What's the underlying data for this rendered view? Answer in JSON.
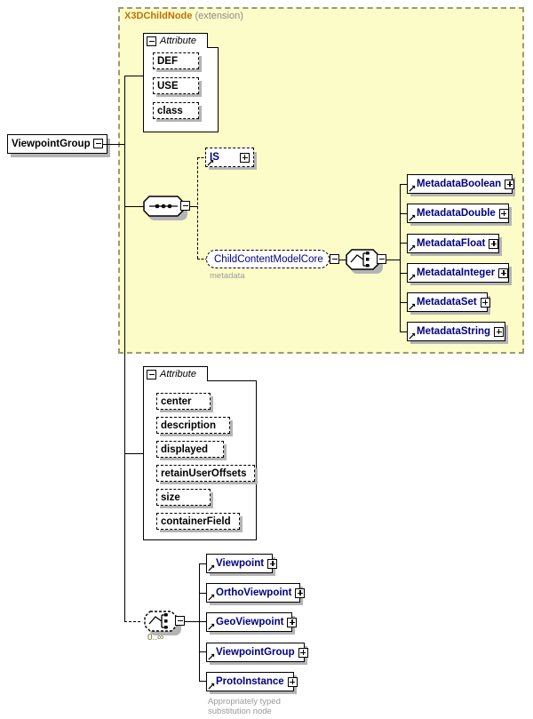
{
  "diagram": {
    "type": "xml-schema-diagram",
    "root_element": {
      "name": "ViewpointGroup",
      "expander": "minus"
    },
    "extension_panel": {
      "base_type": "X3DChildNode",
      "qualifier": "(extension)"
    },
    "base_attribute_group": {
      "title": "Attribute",
      "expander": "minus",
      "attributes": [
        {
          "name": "DEF",
          "optional": true
        },
        {
          "name": "USE",
          "optional": true
        },
        {
          "name": "class",
          "optional": true
        }
      ]
    },
    "base_sequence": {
      "icon": "sequence-icon",
      "expander": "minus"
    },
    "base_children": [
      {
        "name": "IS",
        "optional": true,
        "expander": "plus"
      },
      {
        "name": "ChildContentModelCore",
        "optional": true,
        "reference": true,
        "expander": "minus",
        "caption": "metadata"
      }
    ],
    "metadata_choice": {
      "icon": "choice-icon",
      "expander": "minus"
    },
    "metadata_nodes": [
      {
        "name": "MetadataBoolean",
        "expander": "plus",
        "substitution": true
      },
      {
        "name": "MetadataDouble",
        "expander": "plus",
        "substitution": true
      },
      {
        "name": "MetadataFloat",
        "expander": "plus",
        "substitution": true
      },
      {
        "name": "MetadataInteger",
        "expander": "plus",
        "substitution": true
      },
      {
        "name": "MetadataSet",
        "expander": "plus",
        "substitution": true
      },
      {
        "name": "MetadataString",
        "expander": "plus",
        "substitution": true
      }
    ],
    "own_attribute_group": {
      "title": "Attribute",
      "expander": "minus",
      "attributes": [
        {
          "name": "center",
          "optional": true
        },
        {
          "name": "description",
          "optional": true
        },
        {
          "name": "displayed",
          "optional": true
        },
        {
          "name": "retainUserOffsets",
          "optional": true
        },
        {
          "name": "size",
          "optional": true
        },
        {
          "name": "containerField",
          "optional": true
        }
      ]
    },
    "viewpoint_choice": {
      "icon": "choice-icon",
      "optional": true,
      "expander": "minus",
      "cardinality": "0..∞"
    },
    "viewpoint_nodes": [
      {
        "name": "Viewpoint",
        "expander": "plus",
        "substitution": true
      },
      {
        "name": "OrthoViewpoint",
        "expander": "plus",
        "substitution": true
      },
      {
        "name": "GeoViewpoint",
        "expander": "plus",
        "substitution": true
      },
      {
        "name": "ViewpointGroup",
        "expander": "plus",
        "substitution": true
      },
      {
        "name": "ProtoInstance",
        "expander": "plus",
        "substitution": true
      }
    ],
    "viewpoint_caption_line1": "Appropriately typed",
    "viewpoint_caption_line2": "substitution node",
    "colors": {
      "extension_fill": "#fcfcc8",
      "extension_border": "#9a9a7a",
      "node_label": "#000080",
      "base_type_label": "#c07000",
      "caption": "#9a9a9a",
      "shadow": "#b4b4b4"
    }
  }
}
